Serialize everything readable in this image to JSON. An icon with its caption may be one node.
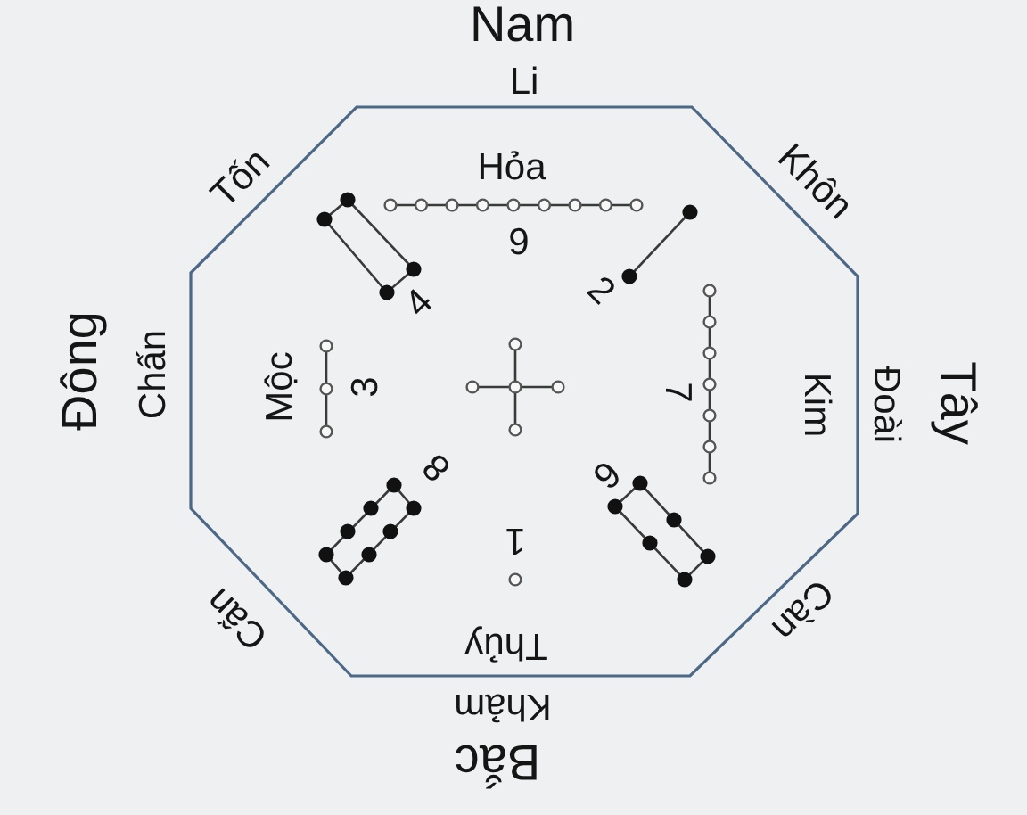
{
  "diagram": {
    "nodes": [
      {
        "text": [
          "Hỏa",
          "9",
          "4",
          "2",
          "Mộc",
          "3",
          "7",
          "Kim",
          "8",
          "6",
          "1",
          "Thủy"
        ]
      }
    ],
    "labels": [
      "Nam",
      "Li",
      "Tốn",
      "Khôn",
      "Đông",
      "Chấn",
      "Đoài",
      "Tây",
      "Cấn",
      "Càn",
      "Khảm",
      "Bắc"
    ]
  }
}
